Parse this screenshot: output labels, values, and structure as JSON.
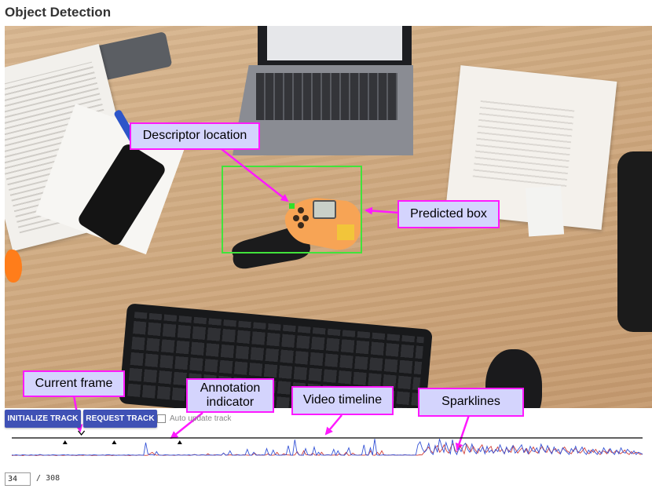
{
  "page": {
    "title": "Object Detection"
  },
  "annotations": {
    "descriptor_location": "Descriptor location",
    "predicted_box": "Predicted box",
    "current_frame": "Current frame",
    "annotation_indicator": "Annotation indicator",
    "video_timeline": "Video timeline",
    "sparklines": "Sparklines"
  },
  "controls": {
    "initialize_track": "INITIALIZE TRACK",
    "request_track": "REQUEST TRACK",
    "auto_update_label": "Auto update track",
    "auto_update_checked": false
  },
  "frame_counter": {
    "current": "34",
    "separator": "/",
    "total": "308"
  },
  "timeline": {
    "total_frames": 308,
    "current_frame": 34,
    "annotation_frames": [
      26,
      50,
      82
    ],
    "sparkline_blue": [
      1.2,
      1.0,
      1.3,
      1.1,
      0.9,
      1.4,
      1.2,
      1.0,
      1.1,
      1.3,
      1.0,
      1.2,
      1.1,
      1.5,
      1.2,
      1.0,
      1.1,
      1.2,
      1.0,
      1.3,
      1.2,
      1.1,
      1.0,
      1.2,
      1.4,
      1.1,
      1.3,
      1.0,
      1.2,
      1.1,
      1.0,
      1.3,
      1.2,
      1.4,
      1.1,
      1.0,
      1.2,
      1.1,
      1.3,
      1.2,
      1.0,
      1.1,
      1.2,
      1.0,
      1.3,
      1.4,
      1.1,
      1.2,
      1.0,
      1.1,
      1.0,
      1.1,
      1.2,
      1.0,
      1.3,
      1.1,
      1.2,
      1.0,
      1.1,
      1.2,
      1.1,
      1.0,
      9.5,
      2.0,
      1.2,
      1.4,
      1.0,
      3.5,
      1.2,
      1.0,
      1.1,
      1.3,
      1.2,
      1.0,
      1.1,
      1.2,
      1.0,
      1.3,
      1.1,
      1.0,
      1.2,
      1.1,
      1.3,
      1.0,
      1.2,
      1.4,
      1.1,
      1.0,
      1.3,
      1.2,
      1.1,
      1.0,
      1.2,
      1.1,
      1.0,
      1.3,
      1.2,
      1.1,
      2.5,
      1.0,
      1.3,
      4.0,
      1.2,
      1.0,
      1.1,
      1.3,
      1.0,
      1.2,
      1.1,
      5.0,
      1.2,
      1.0,
      3.0,
      1.1,
      1.2,
      1.0,
      1.3,
      1.1,
      5.5,
      1.2,
      1.0,
      4.5,
      1.3,
      1.1,
      1.0,
      1.2,
      1.1,
      1.3,
      7.5,
      1.2,
      1.0,
      11.5,
      3.0,
      1.2,
      1.1,
      1.0,
      5.5,
      1.3,
      1.2,
      1.1,
      6.5,
      1.0,
      3.0,
      1.2,
      1.1,
      1.0,
      1.3,
      1.2,
      1.1,
      5.0,
      1.0,
      4.0,
      1.2,
      1.1,
      1.0,
      2.5,
      6.0,
      1.3,
      1.1,
      1.2,
      1.0,
      1.1,
      1.3,
      8.0,
      1.2,
      1.0,
      6.0,
      1.1,
      12.0,
      1.2,
      1.0,
      1.1,
      1.3,
      1.2,
      1.0,
      1.1,
      1.2,
      1.3,
      1.0,
      1.1,
      1.2,
      1.0,
      1.3,
      1.1,
      1.2,
      1.0,
      1.1,
      1.2,
      8.0,
      10.0,
      5.5,
      3.0,
      4.5,
      9.0,
      3.0,
      1.5,
      7.5,
      3.0,
      12.0,
      7.0,
      3.0,
      9.5,
      5.0,
      2.0,
      11.5,
      4.0,
      1.5,
      6.0,
      3.5,
      7.5,
      9.0,
      5.0,
      3.0,
      8.5,
      4.0,
      2.0,
      5.5,
      3.5,
      6.5,
      2.0,
      7.0,
      3.0,
      4.5,
      2.5,
      5.0,
      3.5,
      8.0,
      4.5,
      2.0,
      6.5,
      3.0,
      5.0,
      7.5,
      2.5,
      4.0,
      6.0,
      8.0,
      3.0,
      5.5,
      2.0,
      7.0,
      4.0,
      3.5,
      6.0,
      2.5,
      8.5,
      5.0,
      3.0,
      7.5,
      4.0,
      2.0,
      6.5,
      3.5,
      5.0,
      2.0,
      6.0,
      4.5,
      3.0,
      1.5,
      5.5,
      3.5,
      7.0,
      2.5,
      4.0,
      6.5,
      3.0,
      1.5,
      4.5,
      2.5,
      5.0,
      3.0,
      1.5,
      4.0,
      2.0,
      6.0,
      3.5,
      2.5,
      5.5,
      3.0,
      1.5,
      4.5,
      2.0,
      6.0,
      3.0,
      2.5,
      5.0,
      3.5,
      2.0,
      4.0,
      1.5,
      3.0,
      2.5,
      1.5
    ],
    "sparkline_red": [
      0.8,
      1.0,
      0.9,
      1.1,
      1.0,
      0.8,
      1.2,
      1.0,
      0.9,
      1.1,
      1.0,
      0.8,
      1.0,
      1.2,
      0.9,
      1.1,
      1.0,
      0.9,
      1.2,
      1.0,
      0.8,
      1.1,
      1.0,
      0.9,
      1.0,
      1.2,
      1.1,
      0.9,
      1.0,
      0.8,
      1.1,
      1.0,
      0.9,
      1.2,
      1.0,
      1.1,
      0.8,
      1.0,
      0.9,
      1.1,
      1.0,
      1.2,
      0.9,
      1.0,
      1.1,
      0.8,
      1.0,
      0.9,
      1.2,
      1.0,
      1.1,
      0.9,
      1.0,
      0.8,
      1.1,
      1.0,
      0.9,
      1.2,
      1.0,
      1.1,
      0.9,
      1.0,
      2.0,
      3.0,
      1.5,
      1.0,
      1.2,
      1.1,
      0.9,
      1.0,
      1.2,
      1.1,
      1.0,
      0.9,
      1.1,
      1.3,
      1.0,
      1.2,
      1.1,
      1.0,
      0.9,
      1.2,
      1.5,
      1.0,
      1.1,
      1.3,
      1.2,
      1.0,
      2.0,
      1.1,
      1.0,
      1.3,
      1.2,
      1.1,
      1.0,
      2.5,
      1.2,
      1.1,
      1.3,
      1.0,
      1.2,
      1.5,
      1.0,
      1.1,
      1.3,
      1.2,
      1.0,
      1.1,
      1.2,
      2.5,
      1.0,
      1.3,
      1.1,
      1.0,
      1.2,
      2.0,
      1.1,
      1.0,
      1.2,
      3.0,
      1.1,
      1.0,
      2.0,
      1.3,
      1.2,
      1.1,
      1.0,
      1.2,
      3.5,
      1.1,
      1.0,
      4.0,
      1.3,
      1.2,
      1.0,
      2.5,
      1.1,
      1.2,
      1.0,
      3.0,
      1.1,
      1.2,
      1.3,
      1.0,
      1.1,
      1.2,
      1.0,
      2.0,
      1.1,
      1.2,
      3.0,
      1.0,
      1.1,
      2.5,
      1.3,
      1.0,
      1.2,
      1.1,
      1.0,
      1.3,
      1.2,
      4.0,
      1.1,
      1.0,
      3.0,
      1.2,
      4.0,
      1.1,
      1.0,
      1.2,
      1.1,
      1.3,
      1.0,
      1.2,
      1.1,
      1.0,
      1.3,
      1.2,
      1.1,
      1.0,
      1.2,
      1.1,
      1.0,
      1.3,
      1.2,
      3.0,
      5.0,
      6.5,
      4.0,
      2.5,
      6.0,
      7.5,
      3.0,
      5.0,
      8.0,
      4.0,
      2.5,
      6.5,
      9.0,
      4.0,
      3.0,
      7.5,
      5.0,
      2.0,
      8.5,
      6.0,
      3.5,
      7.0,
      4.5,
      2.5,
      6.0,
      8.0,
      4.0,
      3.0,
      5.5,
      7.0,
      2.5,
      4.0,
      6.5,
      3.5,
      5.0,
      2.0,
      6.0,
      4.0,
      3.0,
      7.5,
      5.0,
      2.5,
      4.5,
      6.0,
      3.0,
      5.5,
      2.0,
      4.0,
      6.5,
      3.5,
      2.5,
      5.0,
      7.0,
      4.0,
      3.0,
      6.0,
      2.5,
      4.5,
      5.5,
      3.0,
      2.0,
      5.0,
      6.5,
      4.0,
      3.0,
      2.0,
      4.5,
      5.5,
      3.5,
      2.5,
      4.0,
      6.0,
      3.0,
      2.0,
      4.5,
      3.0,
      5.0,
      2.5,
      1.5,
      4.0,
      3.5,
      2.0,
      5.0,
      3.0,
      2.5,
      4.0,
      3.5,
      2.0,
      3.0,
      4.5,
      2.5,
      1.5,
      3.5,
      2.0,
      3.0,
      2.5,
      1.5,
      2.0
    ],
    "colors": {
      "blue": "#3553d6",
      "red": "#d2403a",
      "axis": "#000000"
    }
  },
  "colors": {
    "primary_button": "#3f51b5",
    "callout_fill": "#d4d4fd",
    "callout_border": "#ff19ff",
    "prediction_box": "#41e33b"
  },
  "icons": {
    "current_frame_marker": "chevron-down-icon",
    "annotation_marker": "triangle-up-icon"
  }
}
